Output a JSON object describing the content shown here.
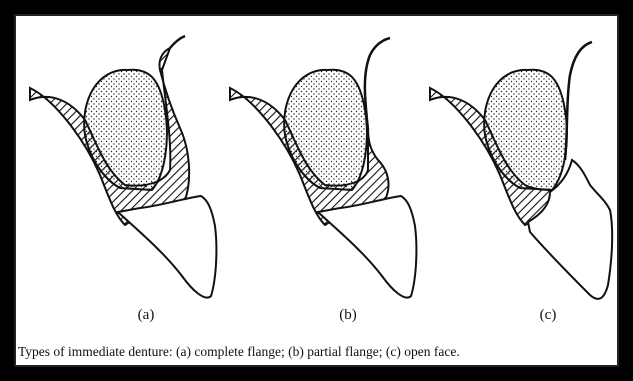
{
  "panels": [
    {
      "label": "(a)",
      "variant": "complete-flange"
    },
    {
      "label": "(b)",
      "variant": "partial-flange"
    },
    {
      "label": "(c)",
      "variant": "open-face"
    }
  ],
  "caption": "Types of immediate denture: (a) complete flange; (b) partial flange; (c) open face.",
  "colors": {
    "stroke": "#111111",
    "background": "#ffffff",
    "frame": "#000000"
  }
}
